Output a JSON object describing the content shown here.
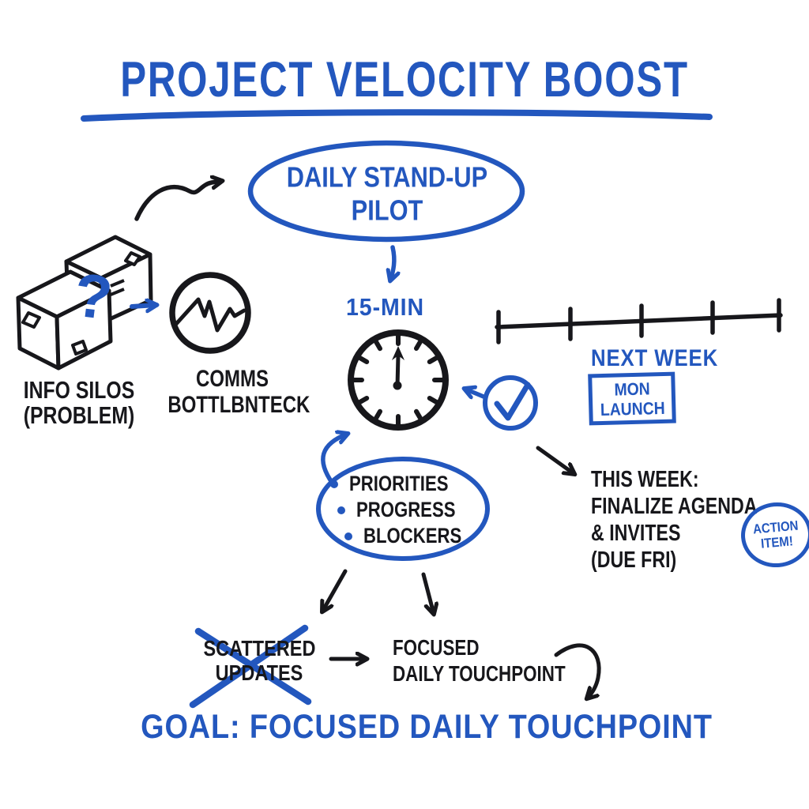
{
  "colors": {
    "ink_blue": "#2357be",
    "ink_black": "#17171b",
    "background": "#ffffff"
  },
  "title": {
    "text": "PROJECT VELOCITY BOOST"
  },
  "pilot": {
    "line1": "DAILY STAND-UP",
    "line2": "PILOT"
  },
  "silos": {
    "question_mark": "?",
    "label_line1": "INFO SILOS",
    "label_line2": "(PROBLEM)"
  },
  "bottleneck": {
    "label_line1": "COMMS",
    "label_line2": "BOTTLBNTECK"
  },
  "standup": {
    "duration": "15-MIN"
  },
  "timeline": {
    "label": "NEXT WEEK",
    "milestone_line1": "MON",
    "milestone_line2": "LAUNCH",
    "tick_count": 5
  },
  "agenda": {
    "items": [
      "PRIORITIES",
      "PROGRESS",
      "BLOCKERS"
    ]
  },
  "tasks": {
    "line1": "THIS WEEK:",
    "line2": "FINALIZE AGENDA",
    "line3": "& INVITES",
    "line4": "(DUE FRI)"
  },
  "action_item": {
    "line1": "ACTION",
    "line2": "ITEM!"
  },
  "before": {
    "line1": "SCATTERED",
    "line2": "UPDATES"
  },
  "after": {
    "line1": "FOCUSED",
    "line2": "DAILY TOUCHPOINT"
  },
  "goal": {
    "text": "GOAL: FOCUSED DAILY TOUCHPOINT"
  }
}
